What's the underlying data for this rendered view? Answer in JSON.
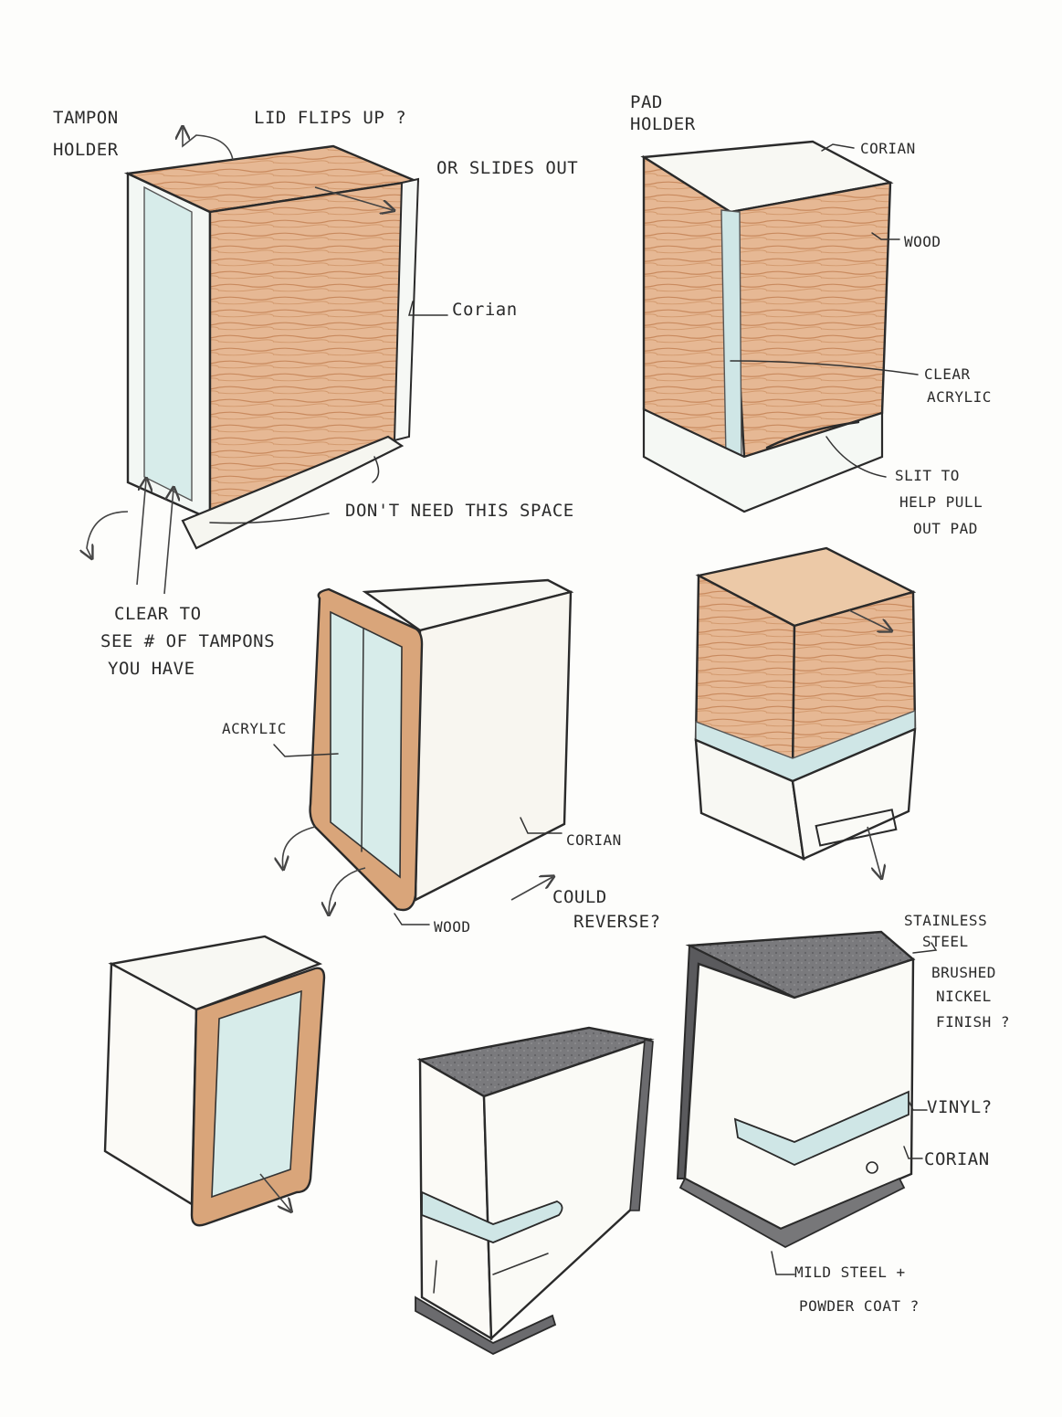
{
  "colors": {
    "paper": "#fdfdfb",
    "ink": "#2a2a2a",
    "wood": "#d9a57a",
    "wood_light": "#ecc9a7",
    "corian": "#f7f5ef",
    "acrylic": "#cfe6e6",
    "steel_dark": "#6b6b6e",
    "steel_mid": "#9a9a9c"
  },
  "sketches": [
    {
      "id": "tampon-holder",
      "labels": {
        "title_line1": "TAMPON",
        "title_line2": "HOLDER",
        "lid": "LID FLIPS UP ?",
        "slide": "OR SLIDES OUT",
        "corian": "Corian",
        "space": "DON'T NEED THIS SPACE",
        "clear1": "CLEAR TO",
        "clear2": "SEE # OF TAMPONS",
        "clear3": "YOU HAVE"
      }
    },
    {
      "id": "pad-holder",
      "labels": {
        "title_line1": "PAD",
        "title_line2": "HOLDER",
        "corian": "CORIAN",
        "wood": "WOOD",
        "clear1": "CLEAR",
        "clear2": "ACRYLIC",
        "slit1": "SLIT TO",
        "slit2": "HELP PULL",
        "slit3": "OUT PAD"
      }
    },
    {
      "id": "tampon-holder-2",
      "labels": {
        "acrylic": "ACRYLIC",
        "corian": "CORIAN",
        "wood": "WOOD",
        "reverse1": "COULD",
        "reverse2": "REVERSE?"
      }
    },
    {
      "id": "pad-holder-wood",
      "labels": {}
    },
    {
      "id": "tampon-holder-3",
      "labels": {}
    },
    {
      "id": "pad-holder-steel-small",
      "labels": {}
    },
    {
      "id": "pad-holder-steel",
      "labels": {
        "stainless1": "STAINLESS",
        "stainless2": "STEEL",
        "brushed1": "BRUSHED",
        "brushed2": "NICKEL",
        "brushed3": "FINISH ?",
        "vinyl": "VINYL?",
        "corian": "CORIAN",
        "mild1": "MILD STEEL +",
        "mild2": "POWDER COAT ?"
      }
    }
  ]
}
